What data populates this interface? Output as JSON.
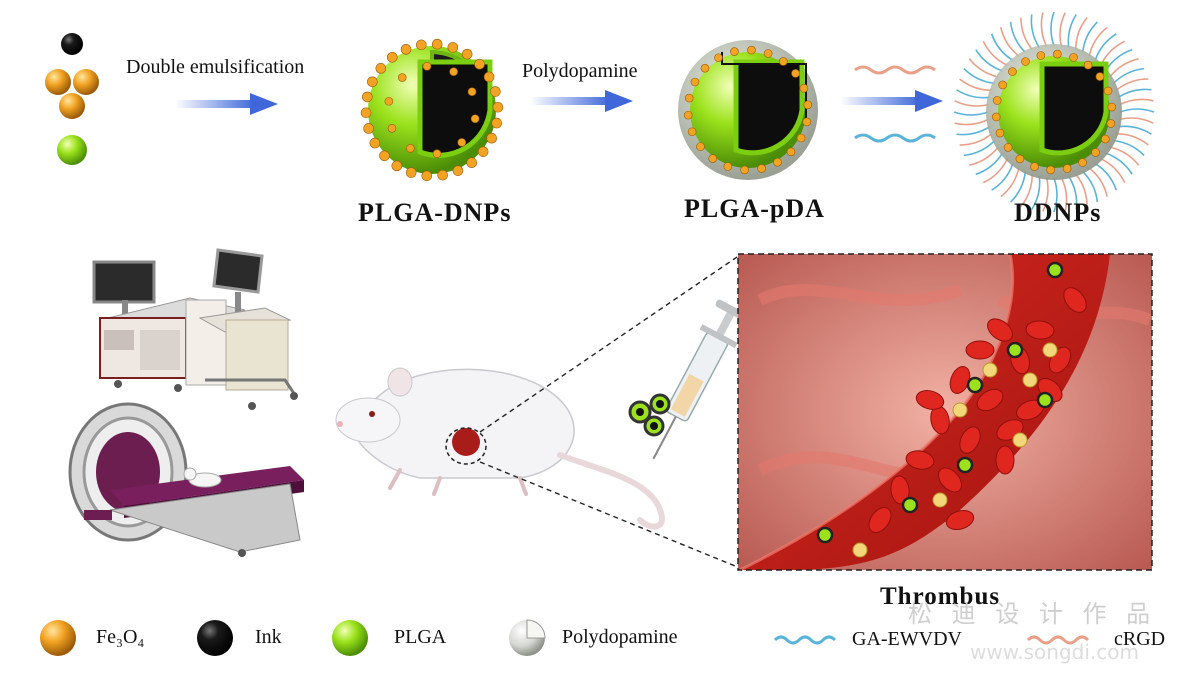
{
  "colors": {
    "fe3o4": "#f2a323",
    "ink": "#0c0c0c",
    "plga": "#9be21c",
    "arrow": "#3f67d9",
    "ga_ewvdv": "#5ab3d8",
    "crgd": "#e9a089",
    "blood": "#c8201e"
  },
  "top": {
    "step1_label": "Double emulsification",
    "step2_label": "Polydopamine",
    "np1_label": "PLGA-DNPs",
    "np2_label": "PLGA-pDA",
    "np3_label": "DDNPs"
  },
  "middle": {
    "thrombus_label": "Thrombus"
  },
  "legend": {
    "fe3o4_label": "Fe₃O₄",
    "ink_label": "Ink",
    "plga_label": "PLGA",
    "pda_label": "Polydopamine",
    "ga_label": "GA-EWVDV",
    "crgd_label": "cRGD"
  },
  "watermark": {
    "cn": "松 迪 设 计 作 品",
    "url": "www.songdi.com"
  }
}
